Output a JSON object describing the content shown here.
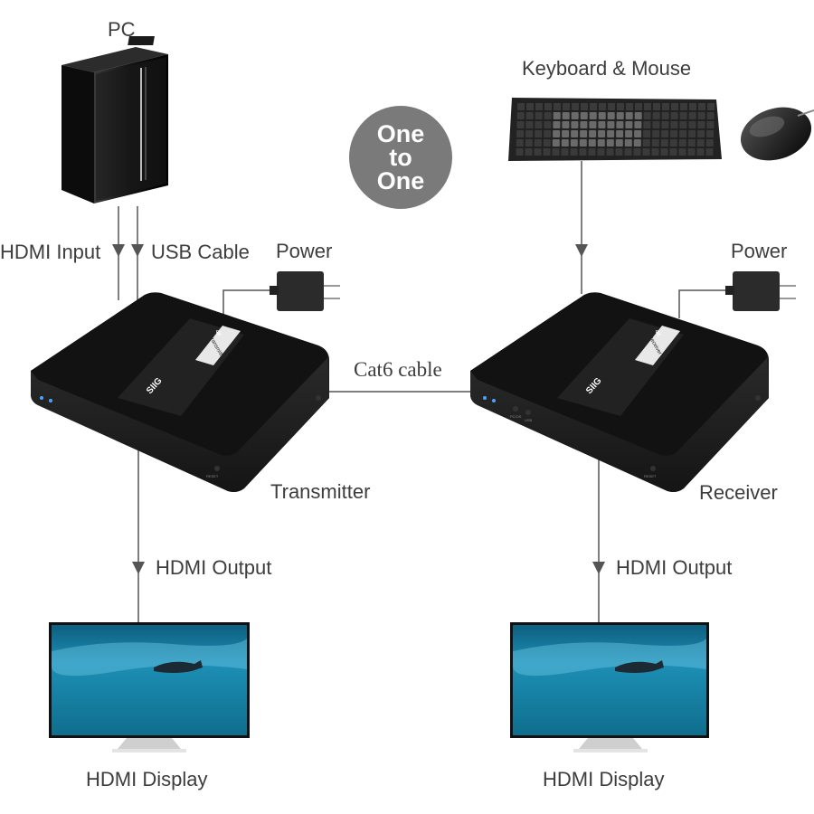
{
  "labels": {
    "pc": "PC",
    "hdmi_input": "HDMI Input",
    "usb_cable": "USB Cable",
    "power_left": "Power",
    "keyboard_mouse": "Keyboard & Mouse",
    "power_right": "Power",
    "cat6": "Cat6 cable",
    "transmitter": "Transmitter",
    "receiver": "Receiver",
    "hdmi_output_left": "HDMI Output",
    "hdmi_output_right": "HDMI Output",
    "display_left": "HDMI Display",
    "display_right": "HDMI Display"
  },
  "badge": {
    "line1": "One",
    "line2": "to",
    "line3": "One"
  },
  "device": {
    "brand": "SIIG",
    "tx_tag": "4K",
    "tx_name": "Transmitter",
    "rx_tag": "4K",
    "rx_name": "Receiver",
    "reset": "RESET",
    "port_a": "PC/OS",
    "port_b": "USB"
  },
  "colors": {
    "line": "#555555",
    "device_body": "#1f1f1f",
    "device_top": "#121212",
    "badge": "#7a7a7a",
    "screen": "#1a8ab0",
    "led": "#4aa3ff"
  }
}
